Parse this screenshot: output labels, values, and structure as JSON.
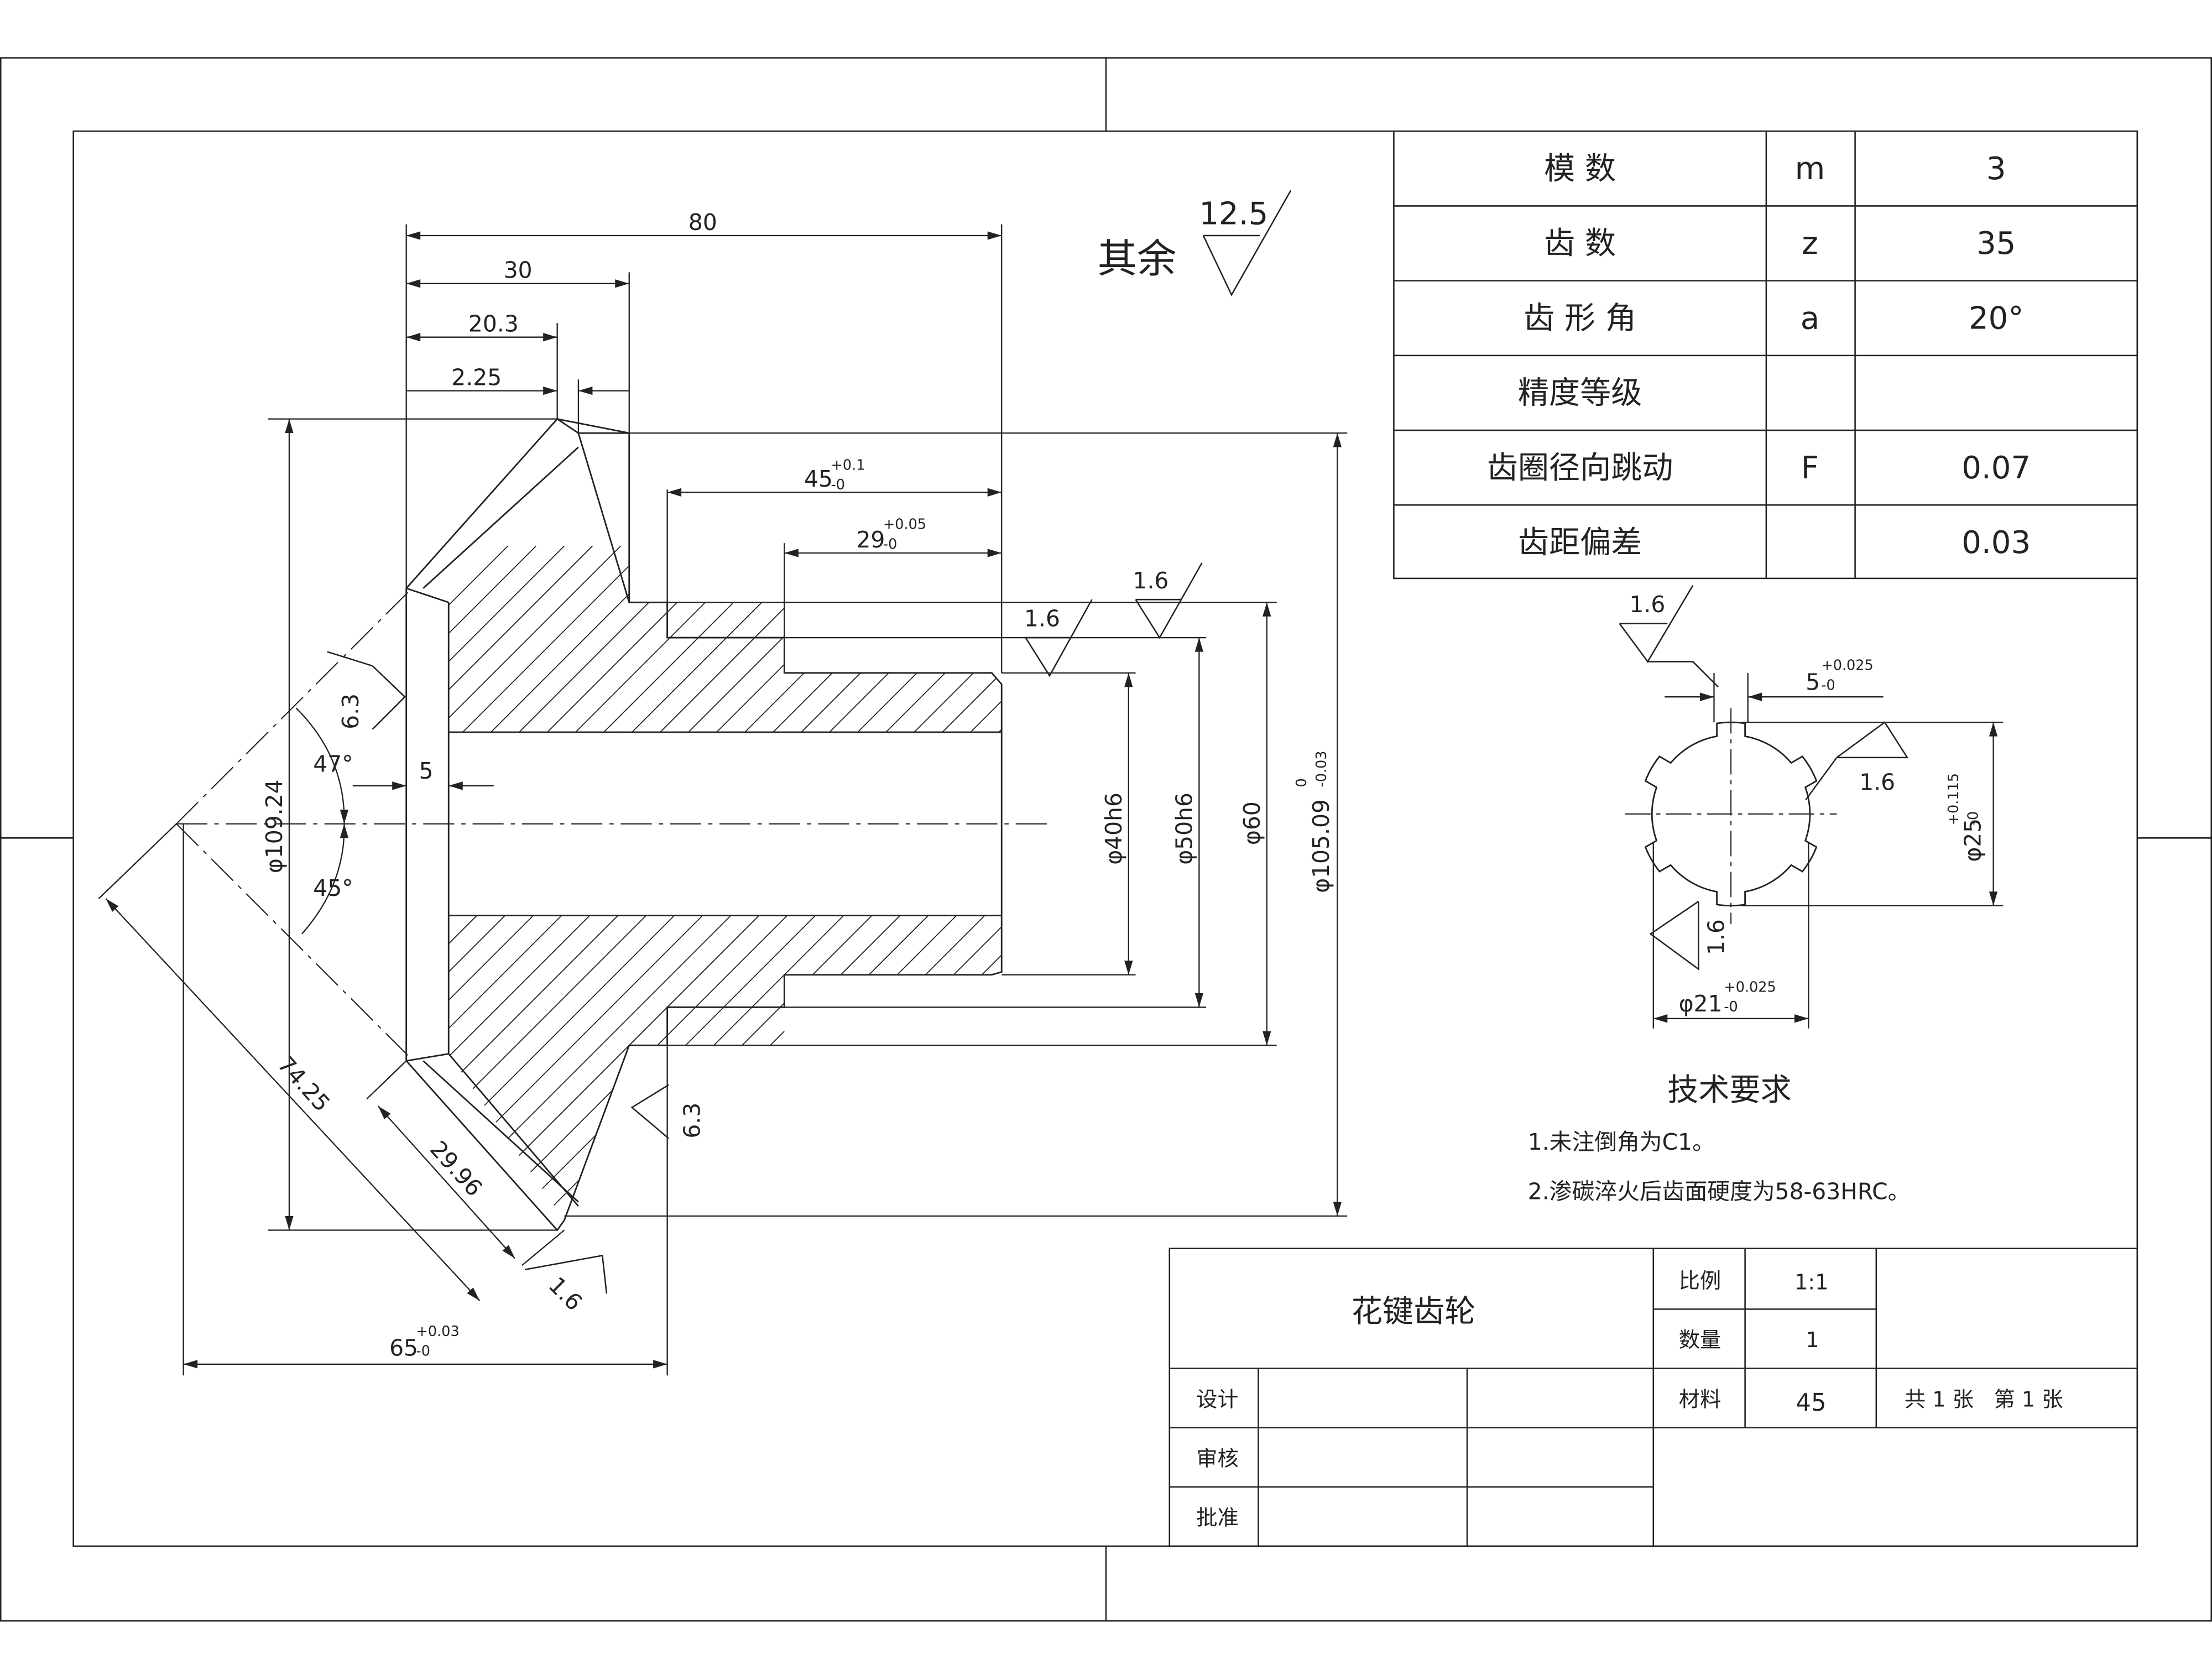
{
  "surface_roughness": {
    "general_prefix": "其余",
    "general_value": "12.5",
    "symbols": [
      "1.6",
      "1.6",
      "6.3",
      "6.3",
      "1.6",
      "1.6",
      "1.6",
      "1.6"
    ]
  },
  "dimensions": {
    "length_80": "80",
    "length_30": "30",
    "length_20_3": "20.3",
    "length_2_25": "2.25",
    "length_45": "45",
    "length_45_tol": "+0.1",
    "length_45_tol_low": "-0",
    "length_29": "29",
    "length_29_tol": "+0.05",
    "length_29_tol_low": "-0",
    "length_5": "5",
    "angle_47": "47°",
    "angle_45": "45°",
    "dia_109_24": "φ109.24",
    "dia_40": "φ40h6",
    "dia_50": "φ50h6",
    "dia_60": "φ60",
    "dia_105": "φ105.09",
    "dia_105_tol_up": "0",
    "dia_105_tol_low": "-0.03",
    "slant_74_25": "74.25",
    "slant_29_96": "29.96",
    "length_65": "65",
    "length_65_tol": "+0.03",
    "length_65_tol_low": "-0"
  },
  "spline": {
    "width": "5",
    "width_tol": "+0.025",
    "width_tol_low": "-0",
    "major_dia": "φ25",
    "major_tol": "+0.115",
    "major_tol_low": "-0",
    "minor_dia": "φ21",
    "minor_tol": "+0.025",
    "minor_tol_low": "-0"
  },
  "params_table": [
    {
      "name": "模 数",
      "symbol": "m",
      "value": "3"
    },
    {
      "name": "齿 数",
      "symbol": "z",
      "value": "35"
    },
    {
      "name": "齿 形 角",
      "symbol": "a",
      "value": "20°"
    },
    {
      "name": "精度等级",
      "symbol": "",
      "value": ""
    },
    {
      "name": "齿圈径向跳动",
      "symbol": "F",
      "value": "0.07"
    },
    {
      "name": "齿距偏差",
      "symbol": "",
      "value": "0.03"
    }
  ],
  "tech_requirements": {
    "title": "技术要求",
    "items": [
      "1.未注倒角为C1。",
      "2.渗碳淬火后齿面硬度为58-63HRC。"
    ]
  },
  "title_block": {
    "part_name": "花键齿轮",
    "scale_label": "比例",
    "scale_value": "1:1",
    "qty_label": "数量",
    "qty_value": "1",
    "material_label": "材料",
    "material_value": "45",
    "sheet_info": "共 1 张   第 1 张",
    "design_label": "设计",
    "review_label": "审核",
    "approve_label": "批准"
  },
  "colors": {
    "line": "#222222",
    "background": "#ffffff"
  }
}
